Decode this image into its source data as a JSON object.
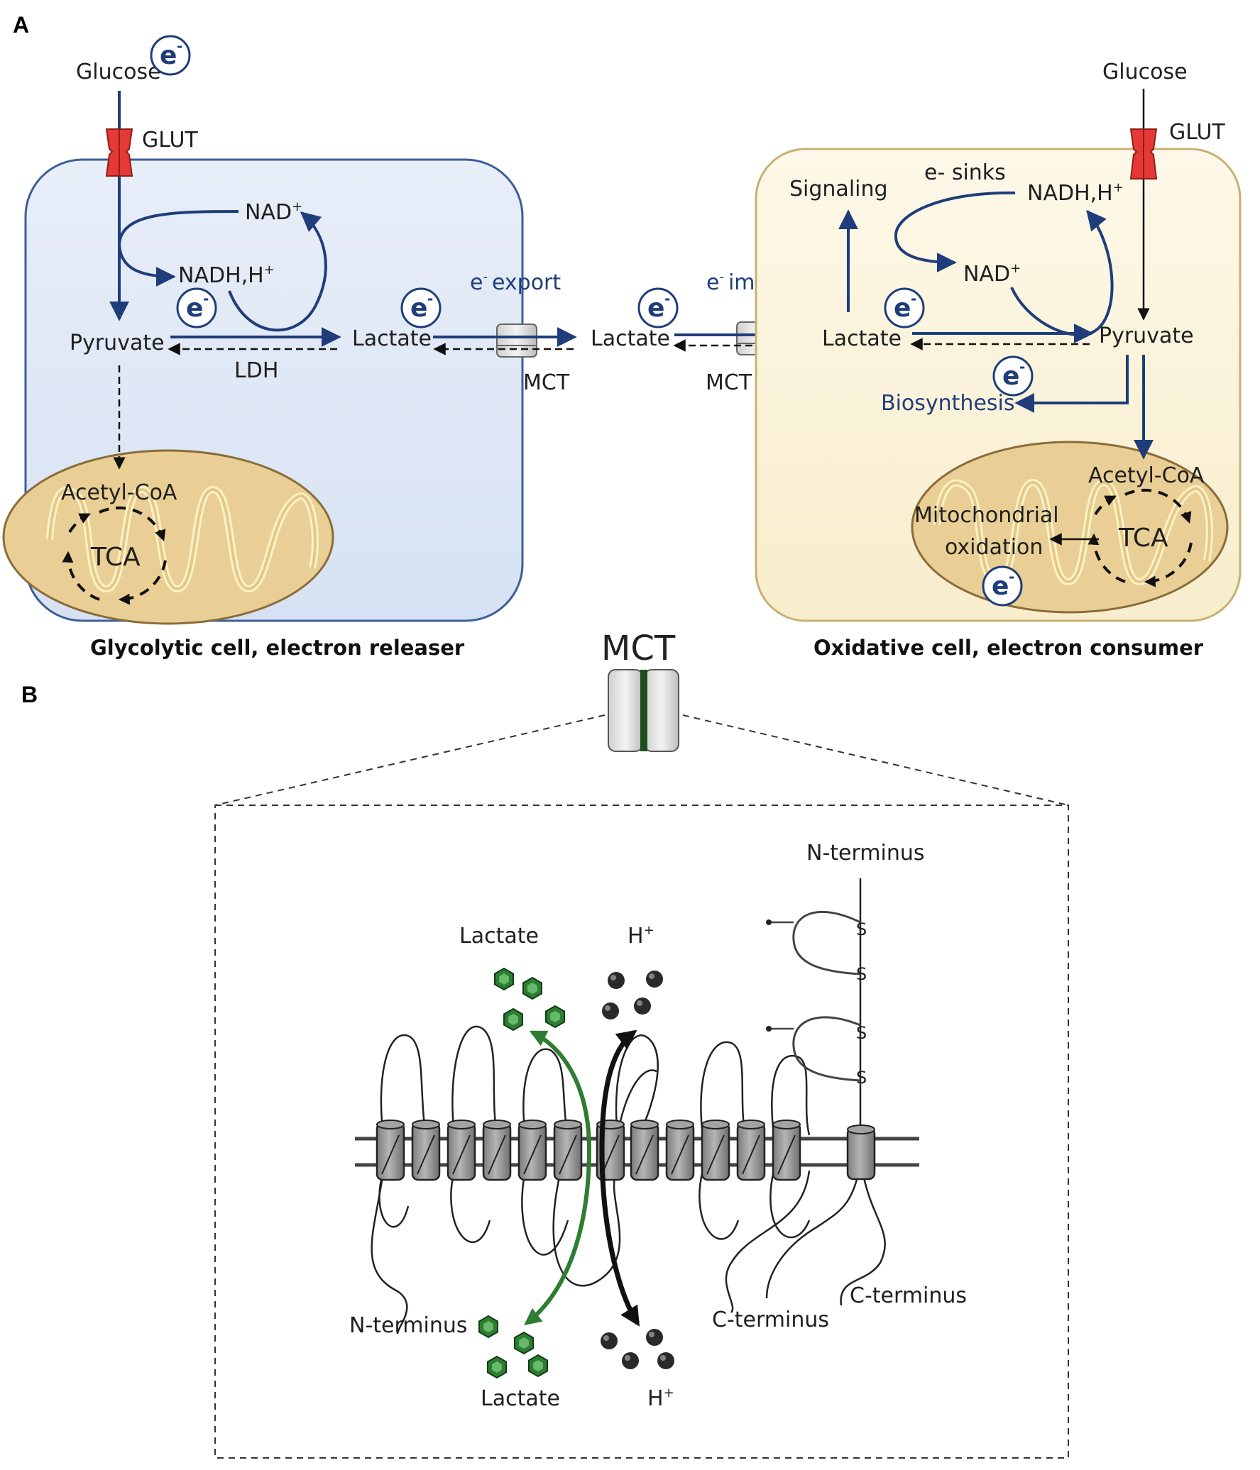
{
  "panels": {
    "a": "A",
    "b": "B"
  },
  "electron": {
    "symbol": "e",
    "sup": "-"
  },
  "left_cell": {
    "caption": "Glycolytic cell, electron releaser",
    "glucose": "Glucose",
    "glut": "GLUT",
    "nad": "NAD",
    "nadh": "NADH,H",
    "pyruvate": "Pyruvate",
    "lactate": "Lactate",
    "ldh": "LDH",
    "acetyl_coa": "Acetyl-CoA",
    "tca": "TCA",
    "export": "export",
    "mct": "MCT"
  },
  "middle": {
    "lactate": "Lactate",
    "import": "import",
    "mct": "MCT"
  },
  "right_cell": {
    "caption": "Oxidative cell, electron consumer",
    "glucose": "Glucose",
    "glut": "GLUT",
    "signaling": "Signaling",
    "e_sinks": "e- sinks",
    "nadh": "NADH,H",
    "nad": "NAD",
    "lactate": "Lactate",
    "pyruvate": "Pyruvate",
    "biosynthesis": "Biosynthesis",
    "acetyl_coa": "Acetyl-CoA",
    "mito_line1": "Mitochondrial",
    "mito_line2": "oxidation",
    "tca": "TCA"
  },
  "mct_detail": {
    "title": "MCT",
    "n_terminus_top": "N-terminus",
    "lactate_top": "Lactate",
    "h_top": "H",
    "s": "S",
    "n_terminus_left": "N-terminus",
    "lactate_bottom": "Lactate",
    "h_bottom": "H",
    "c_terminus_mid": "C-terminus",
    "c_terminus_right": "C-terminus"
  },
  "colors": {
    "left_cell_fill": "#dfe8f5",
    "left_cell_stroke": "#3d5f99",
    "right_cell_fill": "#fbf3dd",
    "right_cell_stroke": "#c9b072",
    "pathway_blue": "#1f3d7a",
    "glut_red": "#e53935",
    "mito_fill": "#e9cf95",
    "lactate_green": "#2e7d32",
    "helix_gray": "#8f8f8f"
  }
}
